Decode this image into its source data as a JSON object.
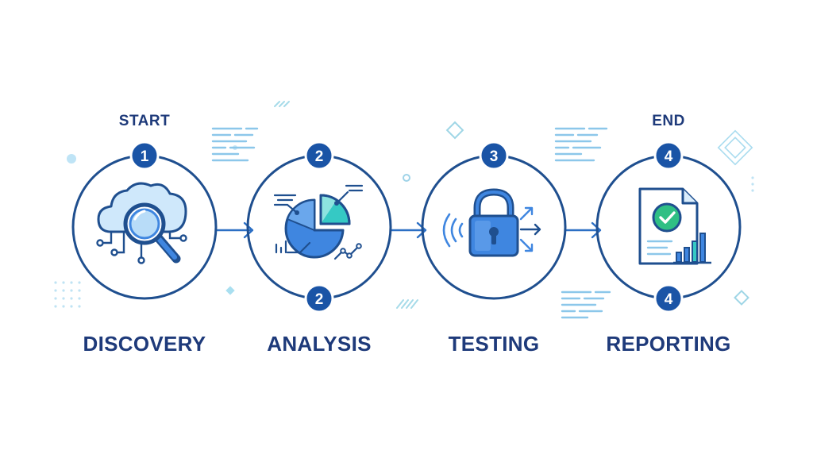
{
  "edge_labels": {
    "start": "START",
    "end": "END"
  },
  "steps": [
    {
      "title": "DISCOVERY",
      "badge_top": "1",
      "icon": "cloud-search-icon"
    },
    {
      "title": "ANALYSIS",
      "badge_top": "2",
      "badge_bottom": "2",
      "icon": "pie-chart-icon"
    },
    {
      "title": "TESTING",
      "badge_top": "3",
      "icon": "padlock-icon"
    },
    {
      "title": "REPORTING",
      "badge_top": "4",
      "badge_bottom": "4",
      "icon": "report-document-icon"
    }
  ],
  "colors": {
    "navy": "#1e3a7a",
    "ring": "#1f4f8f",
    "badge": "#1a54a6",
    "accent_blue": "#3f86e0",
    "light_blue": "#b8dcf8",
    "teal": "#35c9c4",
    "teal_light": "#bdeef0",
    "green": "#2fbf84"
  }
}
